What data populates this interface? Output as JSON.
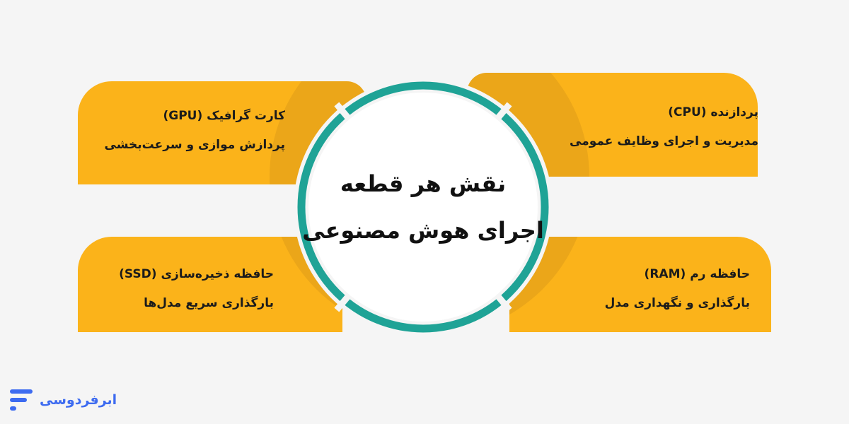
{
  "center": {
    "line1": "نقش هر قطعه",
    "line2": "اجرای هوش مصنوعی"
  },
  "components": {
    "cpu": {
      "title": "پردازنده (CPU)",
      "description": "مدیریت و اجرای وظایف عمومی"
    },
    "gpu": {
      "title": "کارت گرافیک (GPU)",
      "description": "پردازش موازی و سرعت‌بخشی"
    },
    "ram": {
      "title": "حافظه رم (RAM)",
      "description": "بارگذاری و نگهداری مدل"
    },
    "ssd": {
      "title": "حافظه ذخیره‌سازی (SSD)",
      "description": "بارگذاری سریع مدل‌ها"
    }
  },
  "brand": {
    "name": "ابرفردوسی",
    "icon": "brand-logo-icon"
  },
  "colors": {
    "card": "#fbb31a",
    "ring": "#1fa396",
    "background": "#f5f5f5",
    "brand": "#3d6bf0"
  }
}
